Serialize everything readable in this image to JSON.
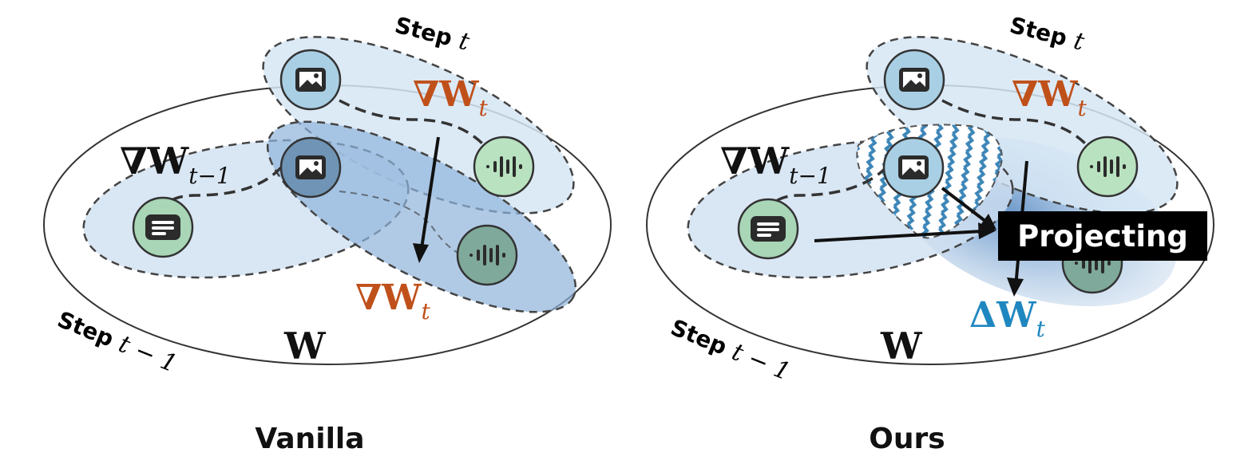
{
  "panels": [
    {
      "caption": "Vanilla",
      "step_current": {
        "word": "Step",
        "var": "t"
      },
      "step_prev": {
        "word": "Step",
        "var": "t − 1"
      },
      "grad_prev": {
        "sym": "∇W",
        "sub": "t−1"
      },
      "grad_cur_top": {
        "sym": "∇W",
        "sub": "t"
      },
      "grad_cur_bottom": {
        "sym": "∇W",
        "sub": "t"
      },
      "weight_space": "W"
    },
    {
      "caption": "Ours",
      "step_current": {
        "word": "Step",
        "var": "t"
      },
      "step_prev": {
        "word": "Step",
        "var": "t − 1"
      },
      "grad_prev": {
        "sym": "∇W",
        "sub": "t−1"
      },
      "grad_cur_top": {
        "sym": "∇W",
        "sub": "t"
      },
      "delta": {
        "sym": "ΔW",
        "sub": "t"
      },
      "weight_space": "W",
      "projecting_label": "Projecting"
    }
  ],
  "icons": [
    "image-icon",
    "audio-waveform-icon",
    "text-document-icon"
  ],
  "colors": {
    "orange": "#c0501a",
    "blue_text": "#1f87c0",
    "region_light": "#dbe8f5",
    "region_dark": "#9fbfde",
    "green_node": "#b9e2c0",
    "dark_green_node": "#7fb39a",
    "image_node": "#a9cfe4"
  }
}
